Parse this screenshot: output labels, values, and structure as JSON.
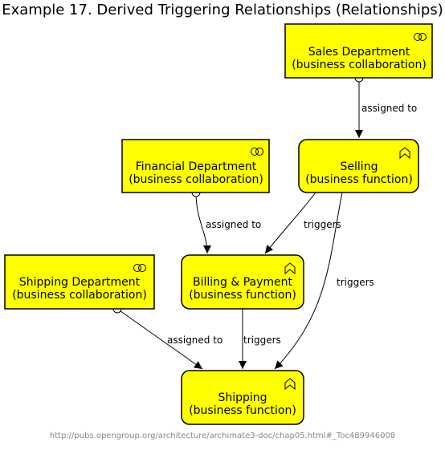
{
  "title": "Example 17. Derived Triggering Relationships (Relationships)",
  "footer": "http://pubs.opengroup.org/architecture/archimate3-doc/chap05.html#_Toc489946008",
  "colors": {
    "node_fill": "#ffff00",
    "stroke": "#000000",
    "footer_text": "#888888"
  },
  "nodes": {
    "sales": {
      "line1": "Sales Department",
      "line2": "(business collaboration)",
      "icon": "collaboration-icon"
    },
    "financial": {
      "line1": "Financial Department",
      "line2": "(business collaboration)",
      "icon": "collaboration-icon"
    },
    "selling": {
      "line1": "Selling",
      "line2": "(business function)",
      "icon": "business-function-icon"
    },
    "shipping_dept": {
      "line1": "Shipping Department",
      "line2": "(business collaboration)",
      "icon": "collaboration-icon"
    },
    "billing": {
      "line1": "Billing & Payment",
      "line2": "(business function)",
      "icon": "business-function-icon"
    },
    "shipping": {
      "line1": "Shipping",
      "line2": "(business function)",
      "icon": "business-function-icon"
    }
  },
  "edges": {
    "sales_selling": "assigned to",
    "financial_billing": "assigned to",
    "selling_billing": "triggers",
    "selling_shipping": "triggers",
    "shippingdept_shipping": "assigned to",
    "billing_shipping": "triggers"
  }
}
